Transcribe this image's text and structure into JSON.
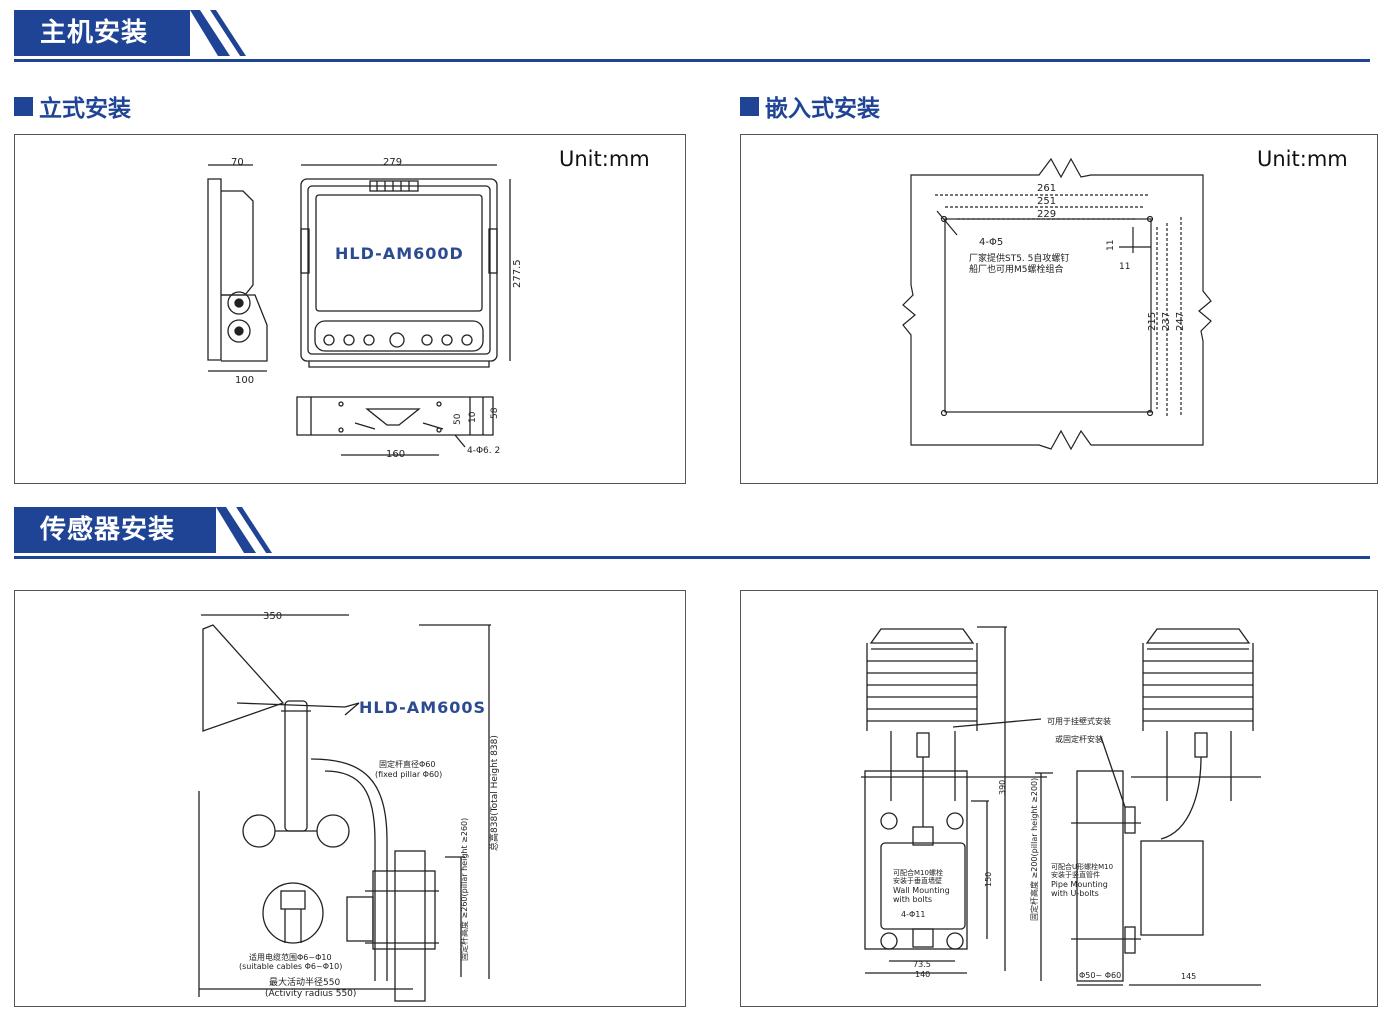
{
  "section1": {
    "title": "主机安装"
  },
  "section2": {
    "title": "传感器安装"
  },
  "host": {
    "standing": {
      "title": "立式安装"
    },
    "embedded": {
      "title": "嵌入式安装"
    }
  },
  "panel1": {
    "unit": "Unit:mm",
    "model": "HLD-AM600D",
    "dims": {
      "side_width": "70",
      "front_width": "279",
      "height": "277.5",
      "base": "100",
      "bracket_span": "160",
      "hole_d1": "10",
      "hole_d2": "50",
      "bracket_h": "58",
      "holes": "4-Φ6. 2"
    }
  },
  "panel2": {
    "unit": "Unit:mm",
    "dims": {
      "w1": "261",
      "w2": "251",
      "w3": "229",
      "holes": "4-Φ5",
      "d1": "11",
      "d2": "11",
      "h1": "215",
      "h2": "237",
      "h3": "247"
    },
    "note_line1": "厂家提供ST5. 5自攻螺钉",
    "note_line2": "船厂也可用M5螺栓组合"
  },
  "panel3": {
    "model": "HLD-AM600S",
    "width": "350",
    "pillar_cn": "固定杆直径Φ60",
    "pillar_en": "(fixed pillar Φ60)",
    "total_height": "总高838(Total Height 838)",
    "pillar_height": "固定杆高度 ≥260(pillar height ≥260)",
    "cable_cn": "适用电缆范围Φ6~Φ10",
    "cable_en": "(suitable cables Φ6~Φ10)",
    "radius_cn": "最大活动半径550",
    "radius_en": "(Activity radius 550)"
  },
  "panel4": {
    "height": "390",
    "inner_h": "150",
    "w1": "73.5",
    "w2": "140",
    "holes": "4-Φ11",
    "bolt_cn1": "可配合M10螺栓",
    "bolt_cn2": "安装于垂直墙壁",
    "bolt_en1": "Wall Mounting",
    "bolt_en2": "with bolts",
    "wall_cn1": "可用于挂壁式安装",
    "wall_cn2": "或固定杆安装",
    "pillar_h": "固定杆高度 ≥200(pillar height ≥200)",
    "u_cn1": "可配合U形螺栓M10",
    "u_cn2": "安装于竖直管件",
    "u_en1": "Pipe Mounting",
    "u_en2": "with U-bolts",
    "pipe_range": "Φ50~ Φ60",
    "width2": "145"
  }
}
